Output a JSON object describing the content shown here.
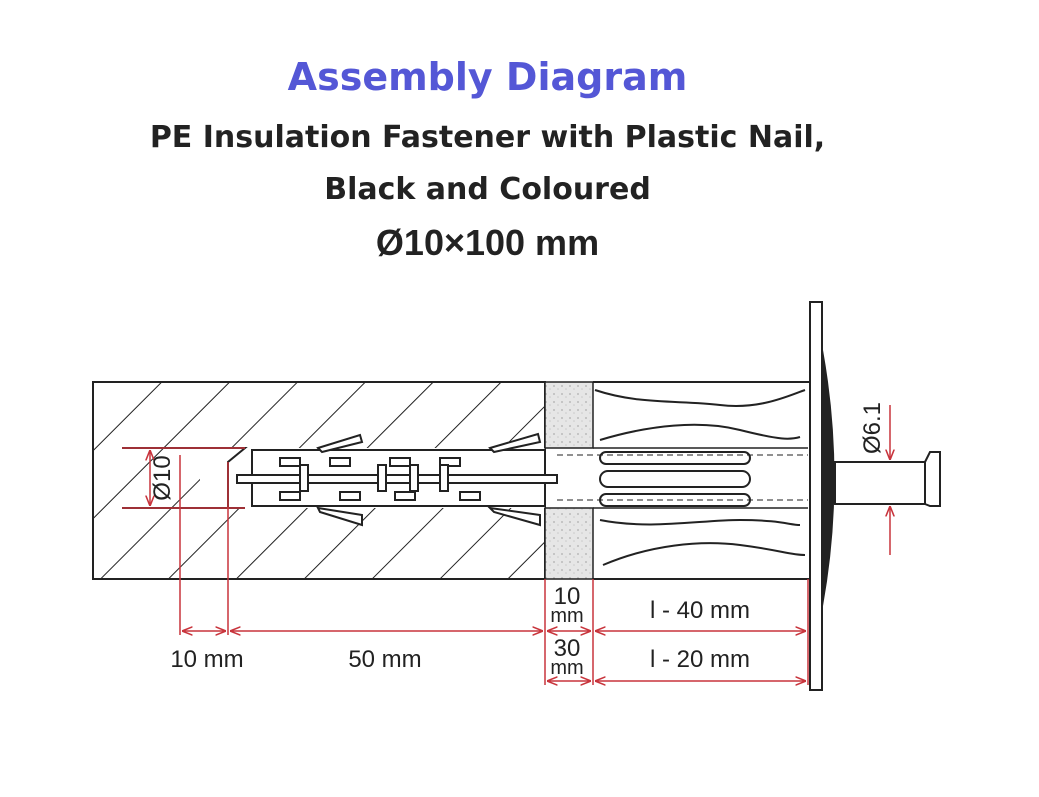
{
  "title": "Assembly Diagram",
  "subtitle_line1": "PE Insulation Fastener with Plastic Nail,",
  "subtitle_line2": "Black and Coloured",
  "size": "Ø10×100 mm",
  "colors": {
    "title": "#5457d6",
    "dimension": "#c8343c",
    "lines": "#222222"
  },
  "dimensions": {
    "hole_diameter": "Ø10",
    "nail_diameter": "Ø6.1",
    "gap": "10 mm",
    "anchor_depth": "50 mm",
    "plaster_top_value": "10",
    "plaster_top_unit": "mm",
    "plaster_bottom_value": "30",
    "plaster_bottom_unit": "mm",
    "insulation_top": "l - 40 mm",
    "insulation_bottom": "l - 20 mm"
  }
}
